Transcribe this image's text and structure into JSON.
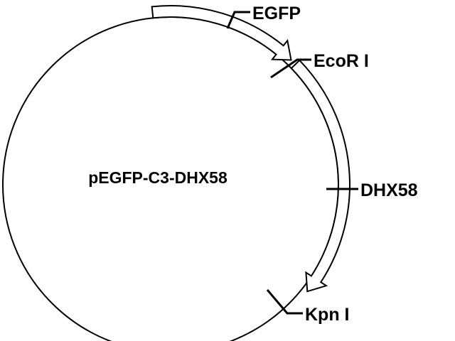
{
  "plasmid": {
    "name": "pEGFP-C3-DHX58"
  },
  "features": [
    {
      "label": "EGFP"
    },
    {
      "label": "DHX58"
    }
  ],
  "sites": [
    {
      "label": "EcoR I"
    },
    {
      "label": "Kpn I"
    }
  ],
  "colors": {
    "line": "#000000",
    "background": "#ffffff",
    "arrow_fill": "#ffffff"
  }
}
